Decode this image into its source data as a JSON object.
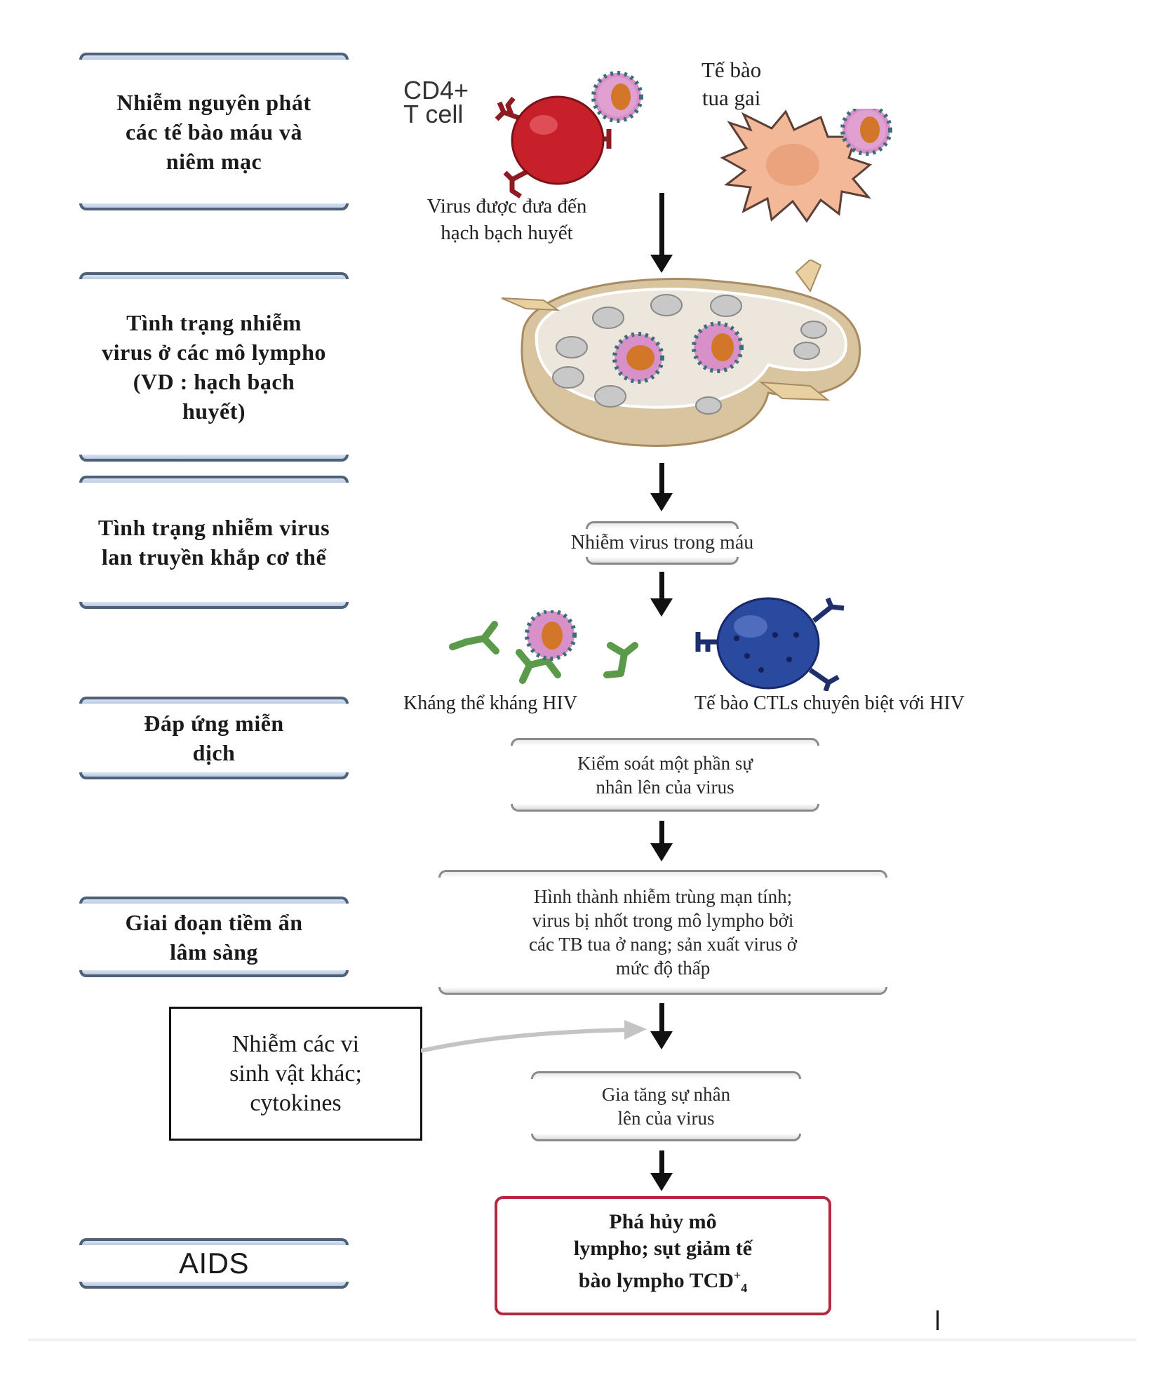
{
  "stages": [
    {
      "label": "Nhiễm nguyên phát các tế bào máu và niêm mạc"
    },
    {
      "label": "Tình trạng nhiễm virus ở các mô lympho (VD : hạch bạch huyết)"
    },
    {
      "label": "Tình trạng nhiễm virus lan truyền khắp cơ thể"
    },
    {
      "label": "Đáp ứng miễn dịch"
    },
    {
      "label": "Giai đoạn tiềm ẩn lâm sàng"
    },
    {
      "label": "AIDS"
    }
  ],
  "illustrations": {
    "cd4_cell_label_line1": "CD4+",
    "cd4_cell_label_line2": "T cell",
    "dendritic_label_line1": "Tế bào",
    "dendritic_label_line2": "tua gai",
    "transport_label_line1": "Virus được đưa đến",
    "transport_label_line2": "hạch bạch huyết",
    "antibody_label": "Kháng thể kháng HIV",
    "ctl_label": "Tế bào CTLs chuyên biệt với  HIV"
  },
  "colors": {
    "stage_bracket": "#4f6178",
    "final_box_border": "#b3283e",
    "cd4_cell": "#c8202a",
    "dendritic_cell": "#f0b898",
    "ctl_cell": "#2a4aa0",
    "antibody": "#5a9a4a",
    "lymph_node": "#d9c4a0"
  },
  "flow": {
    "viremia": "Nhiễm virus trong  máu",
    "partial_control_line1": "Kiểm soát một phần sự",
    "partial_control_line2": "nhân lên của virus",
    "chronic_line1": "Hình thành nhiễm trùng mạn tính;",
    "chronic_line2": "virus bị nhốt trong mô lympho bởi",
    "chronic_line3": "các TB tua ở nang; sản xuất virus ở",
    "chronic_line4": "mức độ thấp",
    "other_infections_line1": "Nhiễm các vi",
    "other_infections_line2": "sinh vật khác;",
    "other_infections_line3": "cytokines",
    "increase_line1": "Gia tăng sự nhân",
    "increase_line2": "lên của virus",
    "final_line1": "Phá hủy mô",
    "final_line2": "lympho; sụt giảm tế",
    "final_line3_prefix": "bào lympho TCD",
    "final_sup": "+",
    "final_sub": "4"
  }
}
